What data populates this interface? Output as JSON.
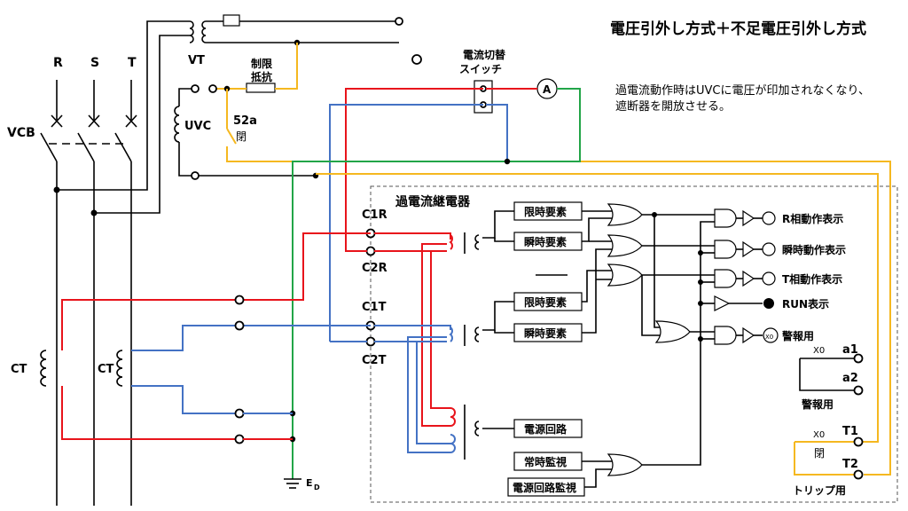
{
  "title": "電圧引外し方式＋不足電圧引外し方式",
  "note_line1": "過電流動作時はUVCに電圧が印加されなくなり、",
  "note_line2": "遮断器を開放させる。",
  "phases": {
    "r": "R",
    "s": "S",
    "t": "T"
  },
  "vcb": "VCB",
  "vt": "VT",
  "seigen_1": "制限",
  "seigen_2": "抵抗",
  "uvc": "UVC",
  "contact_52a": "52a",
  "closed_blue": "閉",
  "switch_1": "電流切替",
  "switch_2": "スイッチ",
  "ammeter": "A",
  "relay_title": "過電流継電器",
  "c1r": "C1R",
  "c2r": "C2R",
  "c1t": "C1T",
  "c2t": "C2T",
  "ct_left": "CT",
  "ct_right": "CT",
  "earth": "E",
  "earth_sub": "D",
  "elements": {
    "gentoki_1": "限時要素",
    "shunji_1": "瞬時要素",
    "gentoki_2": "限時要素",
    "shunji_2": "瞬時要素",
    "dengen": "電源回路",
    "joji": "常時監視",
    "dengen_kanshi": "電源回路監視"
  },
  "indicators": {
    "r_phase": "R相動作表示",
    "instant": "瞬時動作表示",
    "t_phase": "T相動作表示",
    "run": "RUN表示",
    "alarm": "警報用",
    "x0_symbol": "X0"
  },
  "terminals": {
    "a1": "a1",
    "a2": "a2",
    "alarm_label": "警報用",
    "x0_alarm": "X0",
    "t1": "T1",
    "t2": "T2",
    "x0_trip": "X0",
    "closed_red": "閉",
    "trip_label": "トリップ用"
  },
  "colors": {
    "red": "#e8141b",
    "blue": "#4472c4",
    "green": "#22a548",
    "yellow": "#f5b820",
    "black": "#000000"
  }
}
